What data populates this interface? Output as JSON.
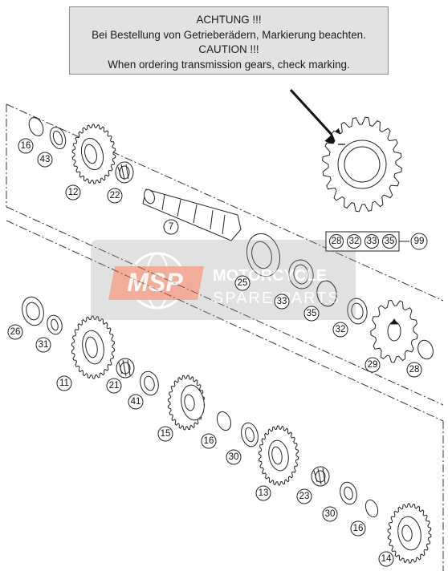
{
  "notice": {
    "line1": "ACHTUNG !!!",
    "line2": "Bei Bestellung von Getrieberädern, Markierung beachten.",
    "line3": "CAUTION !!!",
    "line4": "When ordering transmission gears, check marking."
  },
  "watermark": {
    "logo": "MSP",
    "brand_top": "MOTORCYCLE",
    "brand_bottom": "SPARE PARTS"
  },
  "callouts": {
    "c16a": "16",
    "c43": "43",
    "c12": "12",
    "c22": "22",
    "c7": "7",
    "c25": "25",
    "c33": "33",
    "c35": "35",
    "c32": "32",
    "c29": "29",
    "c28": "28",
    "c26": "26",
    "c31": "31",
    "c11": "11",
    "c21": "21",
    "c41": "41",
    "c15": "15",
    "c16b": "16",
    "c30a": "30",
    "c13": "13",
    "c23": "23",
    "c30b": "30",
    "c16c": "16",
    "c14": "14"
  },
  "kit": {
    "items": [
      "28",
      "32",
      "33",
      "35"
    ],
    "kit_number": "99"
  },
  "colors": {
    "line": "#222222",
    "notice_bg": "#e2e2e2",
    "watermark_red": "#e8603a",
    "watermark_gray": "#9a9a9a"
  }
}
